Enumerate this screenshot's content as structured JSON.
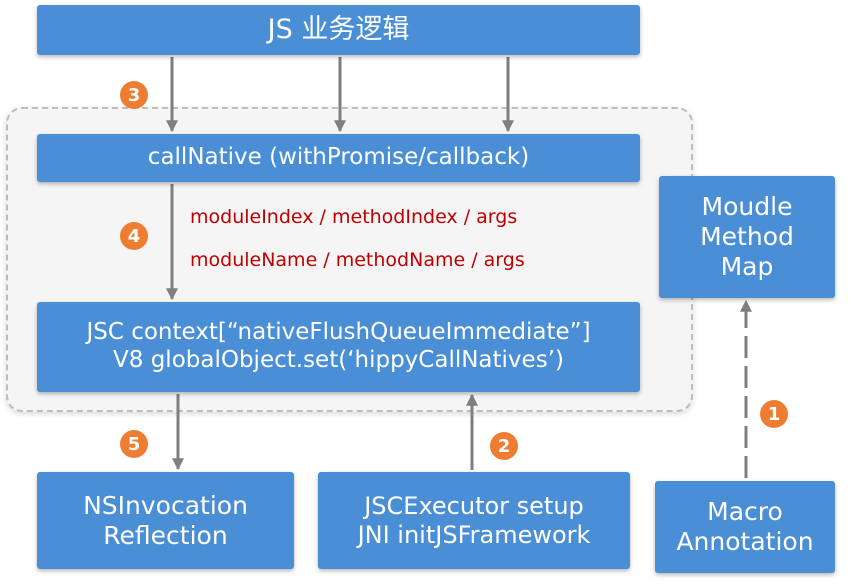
{
  "boxes": {
    "js_logic": "JS 业务逻辑",
    "call_native": "callNative (withPromise/callback)",
    "jsc_line1": "JSC context[“nativeFlushQueueImmediate”]",
    "jsc_line2": "V8 globalObject.set(‘hippyCallNatives’)",
    "moudle_line1": "Moudle",
    "moudle_line2": "Method",
    "moudle_line3": "Map",
    "nsinv_line1": "NSInvocation",
    "nsinv_line2": "Reflection",
    "jscexec_line1": "JSCExecutor setup",
    "jscexec_line2": "JNI initJSFramework",
    "macro_line1": "Macro",
    "macro_line2": "Annotation"
  },
  "params": {
    "index_line": "moduleIndex / methodIndex / args",
    "name_line": "moduleName / methodName / args"
  },
  "steps": {
    "s1": "1",
    "s2": "2",
    "s3": "3",
    "s4": "4",
    "s5": "5"
  },
  "colors": {
    "box": "#4a8fd6",
    "badge": "#ee7d31",
    "param_text": "#c00000",
    "arrow": "#7f7f7f"
  }
}
